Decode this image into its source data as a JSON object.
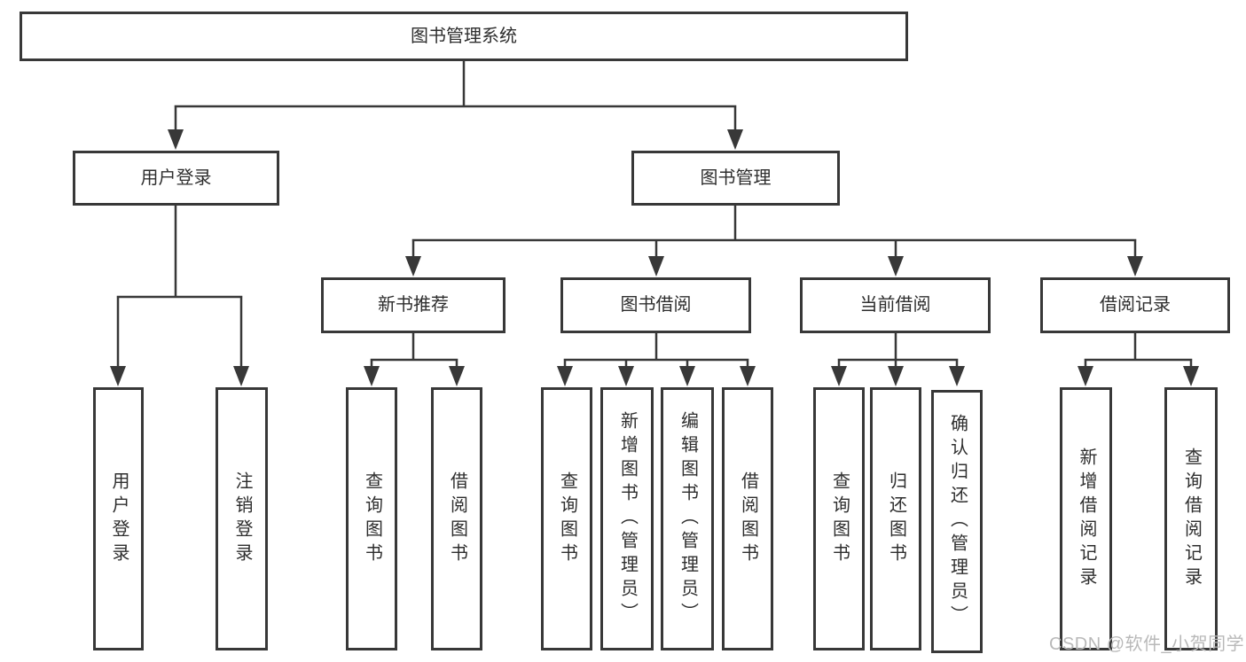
{
  "root": {
    "label": "图书管理系统"
  },
  "branches": {
    "user_login": {
      "label": "用户登录",
      "children": {
        "login": "用户登录",
        "logout": "注销登录"
      }
    },
    "book_management": {
      "label": "图书管理",
      "children": {
        "new_book_recommend": {
          "label": "新书推荐",
          "children": {
            "query_books": "查询图书",
            "borrow_books": "借阅图书"
          }
        },
        "book_borrow": {
          "label": "图书借阅",
          "children": {
            "query_books": "查询图书",
            "add_books_admin": "新增图书（管理员）",
            "edit_books_admin": "编辑图书（管理员）",
            "borrow_books": "借阅图书"
          }
        },
        "current_borrow": {
          "label": "当前借阅",
          "children": {
            "query_books": "查询图书",
            "return_books": "归还图书",
            "confirm_return_admin": "确认归还（管理员）"
          }
        },
        "borrow_records": {
          "label": "借阅记录",
          "children": {
            "add_record": "新增借阅记录",
            "query_record": "查询借阅记录"
          }
        }
      }
    }
  },
  "watermark": "CSDN @软件_小贺同学",
  "colors": {
    "line": "#383838",
    "text": "#2e2e2e",
    "watermark": "#b9b9b9",
    "background": "#ffffff"
  }
}
